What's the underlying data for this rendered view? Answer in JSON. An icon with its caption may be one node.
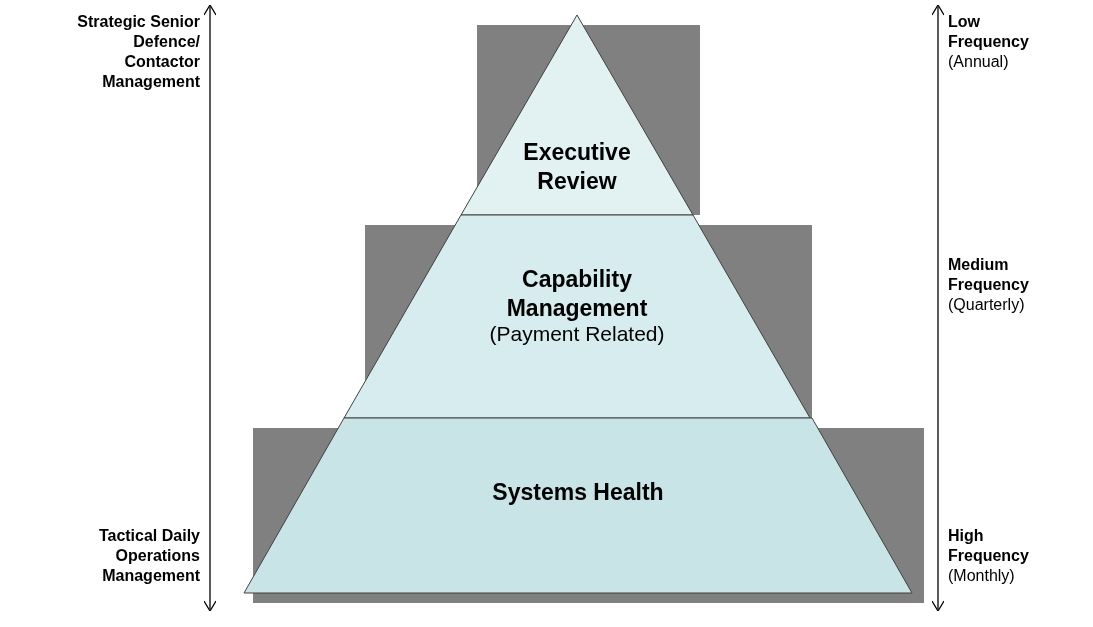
{
  "diagram": {
    "nodes": [
      {
        "text": [
          "Executive Review"
        ]
      },
      {
        "text": [
          "Capability Management",
          "(Payment Related)"
        ]
      },
      {
        "text": [
          "Systems Health"
        ]
      }
    ],
    "labels": [
      "Strategic Senior Defence/ Contactor Management",
      "**Low Frequency** (Annual)",
      "**Medium Frequency** (Quarterly)",
      "Tactical Daily Operations Management",
      "**High Frequency** (Monthly)"
    ]
  }
}
